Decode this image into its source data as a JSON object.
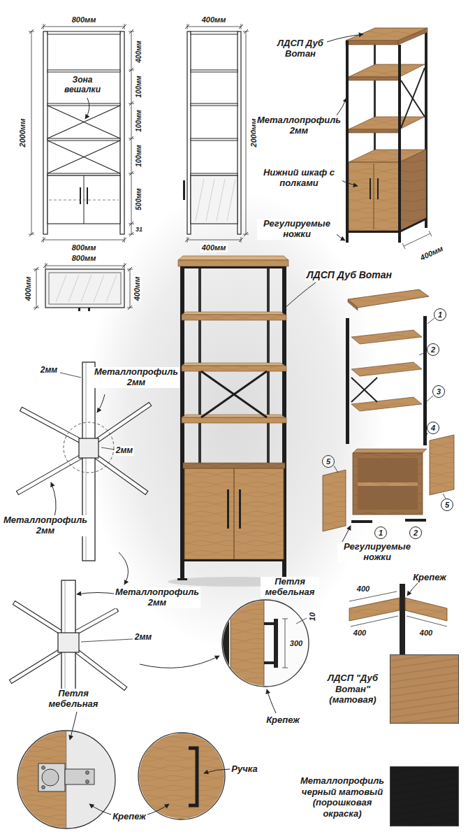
{
  "diagram": {
    "labels": [
      "800мм",
      "2000мм",
      "400мм",
      "100мм",
      "100мм",
      "100мм",
      "500мм",
      "31",
      "Зона вешалки",
      "800мм",
      "400мм",
      "2000мм",
      "400мм",
      "800мм",
      "400мм",
      "400мм",
      "ЛДСП Дуб Вотан",
      "Металлопрофиль 2мм",
      "Нижний шкаф с полками",
      "Регулируемые ножки",
      "400мм",
      "ЛДСП Дуб Вотан",
      "1",
      "2",
      "3",
      "4",
      "5",
      "1",
      "2",
      "5",
      "Регулируемые ножки",
      "2мм",
      "Металлопрофиль 2мм",
      "2мм",
      "Металлопрофиль 2мм",
      "Металлопрофиль 2мм",
      "2мм",
      "Петля мебельная",
      "10",
      "300",
      "Крепеж",
      "400",
      "Крепеж",
      "400",
      "400",
      "Петля мебельная",
      "Ручка",
      "Крепеж"
    ],
    "legend": [
      {
        "text": "ЛДСП \"Дуб Вотан\" (матовая)",
        "color": "#b8895a"
      },
      {
        "text": "Металлопрофиль черный матовый (порошковая окраска)",
        "color": "#1c1c1c"
      }
    ]
  }
}
